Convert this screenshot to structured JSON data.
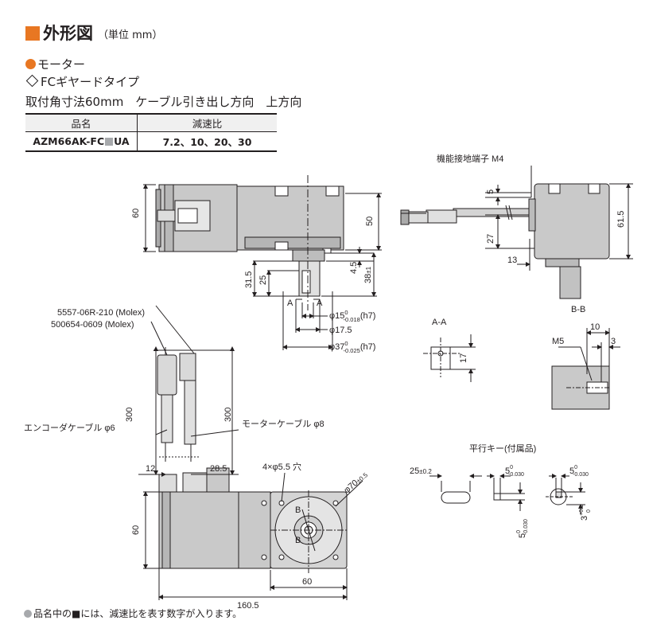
{
  "header": {
    "title": "外形図",
    "unit": "（単位 mm）"
  },
  "section": {
    "motor": "モーター",
    "gear": "FCギヤードタイプ",
    "spec_line": "取付角寸法60mm　ケーブル引き出し方向　上方向"
  },
  "table": {
    "col_name": "品名",
    "col_ratio": "減速比",
    "model_prefix": "AZM66AK-FC",
    "model_suffix": "UA",
    "ratios": "7.2、10、20、30"
  },
  "labels": {
    "terminal": "機能接地端子 M4",
    "conn1": "5557-06R-210 (Molex)",
    "conn2": "500654-0609 (Molex)",
    "enc_cable": "エンコーダケーブル φ6",
    "mot_cable": "モーターケーブル φ8",
    "holes": "4×φ5.5 穴",
    "key_title": "平行キー(付属品)",
    "aa": "A-A",
    "bb": "B-B",
    "m5": "M5",
    "a": "A",
    "b": "B"
  },
  "dims": {
    "d60a": "60",
    "d50": "50",
    "d4_5": "4.5",
    "d38": "38",
    "d38_tol": "±1",
    "d31_5": "31.5",
    "d25": "25",
    "phi15": "φ15",
    "phi15_tol_up": "0",
    "phi15_tol_lo": "-0.018",
    "phi15_fit": "(h7)",
    "phi17_5": "φ17.5",
    "phi37": "φ37",
    "phi37_tol_up": "0",
    "phi37_tol_lo": "-0.025",
    "phi37_fit": "(h7)",
    "d5": "5",
    "d27": "27",
    "d13": "13",
    "d61_5": "61.5",
    "d17": "17",
    "d10": "10",
    "d3": "3",
    "d300a": "300",
    "d300b": "300",
    "d12": "12",
    "d28_5": "28.5",
    "d60b": "60",
    "d60c": "60",
    "d160_5": "160.5",
    "phi70": "φ70",
    "phi70_tol": "±0.5",
    "k25": "25",
    "k25_tol": "±0.2",
    "k5a": "5",
    "k5b": "5",
    "k5c": "5",
    "k_tol_up": "0",
    "k_tol_lo": "-0.030",
    "k3": "3",
    "k3_tol": "+0.1",
    "k3_tol_lo": "0"
  },
  "footnote": "品名中の■には、減速比を表す数字が入ります。",
  "colors": {
    "accent": "#e87722",
    "body": "#c9c9c9",
    "dark": "#888888"
  }
}
